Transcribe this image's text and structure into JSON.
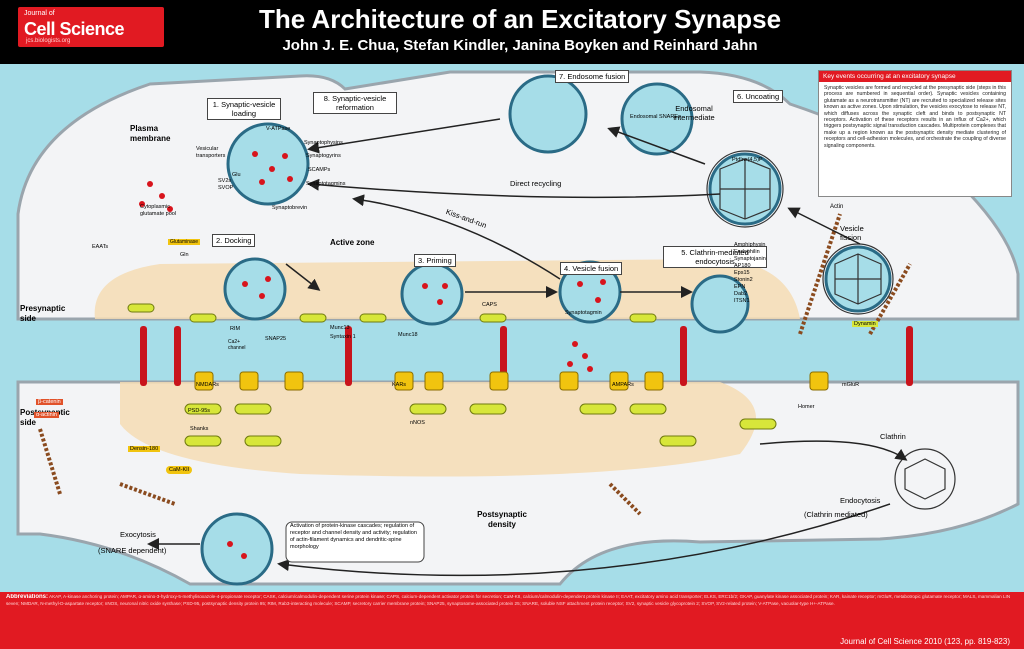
{
  "header": {
    "journal_small": "Journal of",
    "journal_big": "Cell Science",
    "journal_url": "jcs.biologists.org",
    "title": "The Architecture of an Excitatory Synapse",
    "authors": "John J. E. Chua, Stefan Kindler, Janina Boyken and Reinhard Jahn"
  },
  "regions": {
    "plasma_membrane": "Plasma membrane",
    "presynaptic": "Presynaptic side",
    "postsynaptic": "Postsynaptic side",
    "active_zone": "Active zone",
    "postsynaptic_density": "Postsynaptic density"
  },
  "steps": {
    "s1": "1. Synaptic-vesicle loading",
    "s2": "2. Docking",
    "s3": "3. Priming",
    "s4": "4. Vesicle fusion",
    "s5": "5. Clathrin-mediated endocytosis",
    "s6": "6. Uncoating",
    "s7": "7. Endosome fusion",
    "s8": "8. Synaptic-vesicle reformation"
  },
  "pathways": {
    "direct_recycling": "Direct recycling",
    "kiss_and_run": "Kiss-and-run",
    "endosomal_intermediate": "Endosomal intermediate",
    "vesicle_fission": "Vesicle fission",
    "exocytosis": "Exocytosis",
    "snare_dependent": "(SNARE dependent)",
    "endocytosis": "Endocytosis",
    "clathrin_mediated": "(Clathrin mediated)",
    "clathrin": "Clathrin",
    "actin": "Actin"
  },
  "labels": {
    "synaptophysins": "Synaptophysins",
    "synaptogyrins": "Synaptogyrins",
    "scamps": "SCAMPs",
    "synaptotagmins": "Synaptotagmins",
    "synaptobrevin": "Synaptobrevin",
    "vesicular_transporters": "Vesicular transporters",
    "v_atpase": "V-ATPase",
    "cytoplasmic_pool": "Cytoplasmic glutamate pool",
    "sv2_svop": "SV2s SVOP",
    "glutaminase": "Glutaminase",
    "gln": "Gln",
    "glu": "Glu",
    "eaat": "EAATs",
    "endosomal_snares": "Endosomal SNAREs",
    "ptdins": "PtdIns(4,5)P",
    "endocytic_proteins": [
      "Amphiphysin",
      "Endophilin",
      "Synaptojanin",
      "AP180",
      "Eps15",
      "Stonin2",
      "EPN",
      "Dab2",
      "ITSN1"
    ],
    "dynamin": "Dynamin",
    "synaptotagmin": "Synaptotagmin",
    "caps": "CAPS",
    "syntaxin": "Syntaxin 1",
    "snap25": "SNAP25",
    "munc13": "Munc13",
    "munc18": "Munc18",
    "rim": "RIM",
    "ca_channel": "Ca2+ channel",
    "nmdar": "NMDARs",
    "ampar": "AMPARs",
    "kar": "KARs",
    "mglur": "mGluR",
    "psd95": "PSD-95s",
    "shank": "Shanks",
    "homer": "Homer",
    "densin": "Densin-180",
    "camkii": "CaM-KII",
    "actinin": "α-actinin",
    "catenin": "β-catenin",
    "nnos": "nNOS"
  },
  "activation_box": "Activation of protein-kinase cascades; regulation of receptor and channel density and activity; regulation of actin-filament dynamics and dendritic-spine morphology",
  "key_events": {
    "heading": "Key events occurring at an excitatory synapse",
    "text": "Synaptic vesicles are formed and recycled at the presynaptic side (steps in this process are numbered in sequential order). Synaptic vesicles containing glutamate as a neurotransmitter (NT) are recruited to specialized release sites known as active zones. Upon stimulation, the vesicles exocytose to release NT, which diffuses across the synaptic cleft and binds to postsynaptic NT receptors. Activation of these receptors results in an influx of Ca2+, which triggers postsynaptic signal transduction cascades. Multiprotein complexes that make up a region known as the postsynaptic density mediate clustering of receptors and cell-adhesion molecules, and orchestrate the coupling of diverse signaling components."
  },
  "footer": {
    "abbr_heading": "Abbreviations:",
    "abbr_text": "AKAP, A-kinase anchoring protein; AMPAR, α-amino-3-hydroxy-5-methylisoxazole-4-propionate receptor; CASK, calcium/calmodulin-dependent serine protein kinase; CAPS, calcium-dependent activator protein for secretion; CaM-KII, calcium/calmodulin-dependent protein kinase II; EAAT, excitatory amino acid transporter; ELKS, ERC1b/2; GKAP, guanylate kinase associated protein; KAR, kainate receptor; mGluR, metabotropic glutamate receptor; MALS, mammalian LIN seven; NMDAR, N-methyl-D-aspartate receptor; nNOS, neuronal nitric oxide synthase; PSD-95, postsynaptic density protein 95; RIM, Rab3-interacting molecule; SCAMP, secretory carrier membrane protein; SNAP25, synaptosome-associated protein 25; SNARE, soluble NSF attachment protein receptor; SV2, synaptic vesicle glycoprotein 2; SVOP, SV2-related protein; V-ATPase, vacuolar-type H+-ATPase.",
    "citation": "Journal of Cell Science 2010 (123, pp. 819-823)"
  },
  "colors": {
    "header_bg": "#000000",
    "brand_red": "#e11a22",
    "background_blue": "#a6dde8",
    "cell_fill": "#f3f4f6",
    "active_zone_fill": "#f4dcb4",
    "protein_yellow": "#d7e63a",
    "glutamate_red": "#d8141c"
  }
}
